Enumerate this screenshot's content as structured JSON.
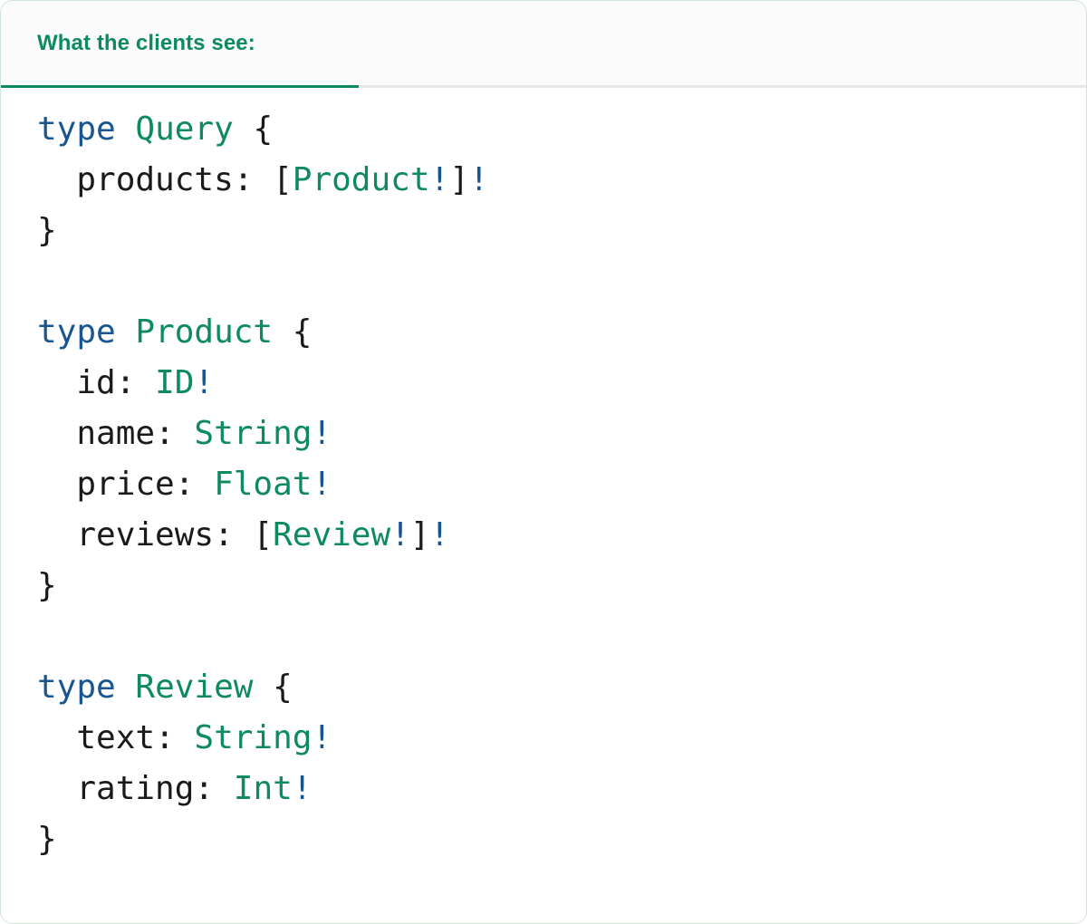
{
  "card": {
    "accent_color": "#0e8a63",
    "border_color": "#cfe5da",
    "header_bg": "#fbfbfb",
    "body_bg": "#ffffff"
  },
  "tabs": [
    {
      "id": "what-the-clients-see",
      "label": "What the clients see:",
      "active": true
    }
  ],
  "syntax_colors": {
    "keyword": "#19568f",
    "type_name": "#0e8a63",
    "punctuation": "#1a1a1a",
    "field_name": "#1a1a1a",
    "non_null_bang": "#19568f"
  },
  "code": {
    "language": "graphql",
    "plain_text": "type Query {\n  products: [Product!]!\n}\n\ntype Product {\n  id: ID!\n  name: String!\n  price: Float!\n  reviews: [Review!]!\n}\n\ntype Review {\n  text: String!\n  rating: Int!\n}",
    "lines": [
      {
        "n": 1,
        "tokens": [
          {
            "t": "type",
            "c": "kw"
          },
          {
            "t": " ",
            "c": "punc"
          },
          {
            "t": "Query",
            "c": "type"
          },
          {
            "t": " {",
            "c": "punc"
          }
        ]
      },
      {
        "n": 2,
        "tokens": [
          {
            "t": "  products:",
            "c": "field"
          },
          {
            "t": " [",
            "c": "punc"
          },
          {
            "t": "Product",
            "c": "type"
          },
          {
            "t": "!",
            "c": "bang"
          },
          {
            "t": "]",
            "c": "punc"
          },
          {
            "t": "!",
            "c": "bang"
          }
        ]
      },
      {
        "n": 3,
        "tokens": [
          {
            "t": "}",
            "c": "punc"
          }
        ]
      },
      {
        "n": 4,
        "tokens": []
      },
      {
        "n": 5,
        "tokens": [
          {
            "t": "type",
            "c": "kw"
          },
          {
            "t": " ",
            "c": "punc"
          },
          {
            "t": "Product",
            "c": "type"
          },
          {
            "t": " {",
            "c": "punc"
          }
        ]
      },
      {
        "n": 6,
        "tokens": [
          {
            "t": "  id:",
            "c": "field"
          },
          {
            "t": " ",
            "c": "punc"
          },
          {
            "t": "ID",
            "c": "type"
          },
          {
            "t": "!",
            "c": "bang"
          }
        ]
      },
      {
        "n": 7,
        "tokens": [
          {
            "t": "  name:",
            "c": "field"
          },
          {
            "t": " ",
            "c": "punc"
          },
          {
            "t": "String",
            "c": "type"
          },
          {
            "t": "!",
            "c": "bang"
          }
        ]
      },
      {
        "n": 8,
        "tokens": [
          {
            "t": "  price:",
            "c": "field"
          },
          {
            "t": " ",
            "c": "punc"
          },
          {
            "t": "Float",
            "c": "type"
          },
          {
            "t": "!",
            "c": "bang"
          }
        ]
      },
      {
        "n": 9,
        "tokens": [
          {
            "t": "  reviews:",
            "c": "field"
          },
          {
            "t": " [",
            "c": "punc"
          },
          {
            "t": "Review",
            "c": "type"
          },
          {
            "t": "!",
            "c": "bang"
          },
          {
            "t": "]",
            "c": "punc"
          },
          {
            "t": "!",
            "c": "bang"
          }
        ]
      },
      {
        "n": 10,
        "tokens": [
          {
            "t": "}",
            "c": "punc"
          }
        ]
      },
      {
        "n": 11,
        "tokens": []
      },
      {
        "n": 12,
        "tokens": [
          {
            "t": "type",
            "c": "kw"
          },
          {
            "t": " ",
            "c": "punc"
          },
          {
            "t": "Review",
            "c": "type"
          },
          {
            "t": " {",
            "c": "punc"
          }
        ]
      },
      {
        "n": 13,
        "tokens": [
          {
            "t": "  text:",
            "c": "field"
          },
          {
            "t": " ",
            "c": "punc"
          },
          {
            "t": "String",
            "c": "type"
          },
          {
            "t": "!",
            "c": "bang"
          }
        ]
      },
      {
        "n": 14,
        "tokens": [
          {
            "t": "  rating:",
            "c": "field"
          },
          {
            "t": " ",
            "c": "punc"
          },
          {
            "t": "Int",
            "c": "type"
          },
          {
            "t": "!",
            "c": "bang"
          }
        ]
      },
      {
        "n": 15,
        "tokens": [
          {
            "t": "}",
            "c": "punc"
          }
        ]
      }
    ]
  }
}
